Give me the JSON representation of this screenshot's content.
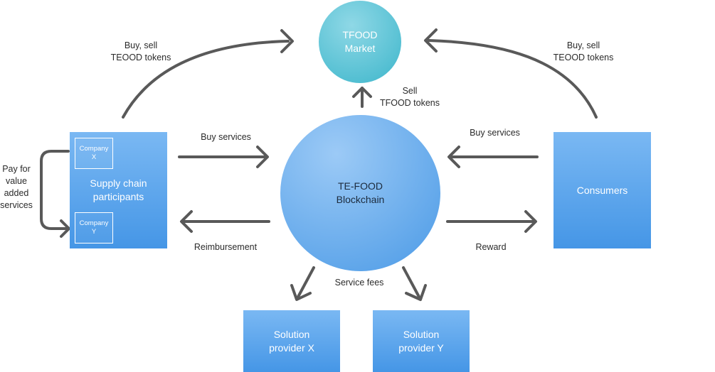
{
  "nodes": {
    "market": {
      "line1": "TFOOD",
      "line2": "Market"
    },
    "blockchain": {
      "line1": "TE-FOOD",
      "line2": "Blockchain"
    },
    "supply_chain": {
      "line1": "Supply chain",
      "line2": "participants"
    },
    "consumers": {
      "label": "Consumers"
    },
    "company_x": {
      "line1": "Company",
      "line2": "X"
    },
    "company_y": {
      "line1": "Company",
      "line2": "Y"
    },
    "provider_x": {
      "line1": "Solution",
      "line2": "provider X"
    },
    "provider_y": {
      "line1": "Solution",
      "line2": "provider Y"
    }
  },
  "edge_labels": {
    "buy_sell_left": {
      "line1": "Buy, sell",
      "line2": "TEOOD tokens"
    },
    "buy_sell_right": {
      "line1": "Buy, sell",
      "line2": "TEOOD tokens"
    },
    "sell_tokens": {
      "line1": "Sell",
      "line2": "TFOOD tokens"
    },
    "buy_services_left": "Buy services",
    "buy_services_right": "Buy services",
    "reimbursement": "Reimbursement",
    "reward": "Reward",
    "service_fees": "Service fees",
    "pay_for": {
      "line1": "Pay for",
      "line2": "value",
      "line3": "added",
      "line4": "services"
    }
  },
  "colors": {
    "arrow": "#595959",
    "box": "#4a9ae6",
    "market": "#4cbdd0"
  }
}
